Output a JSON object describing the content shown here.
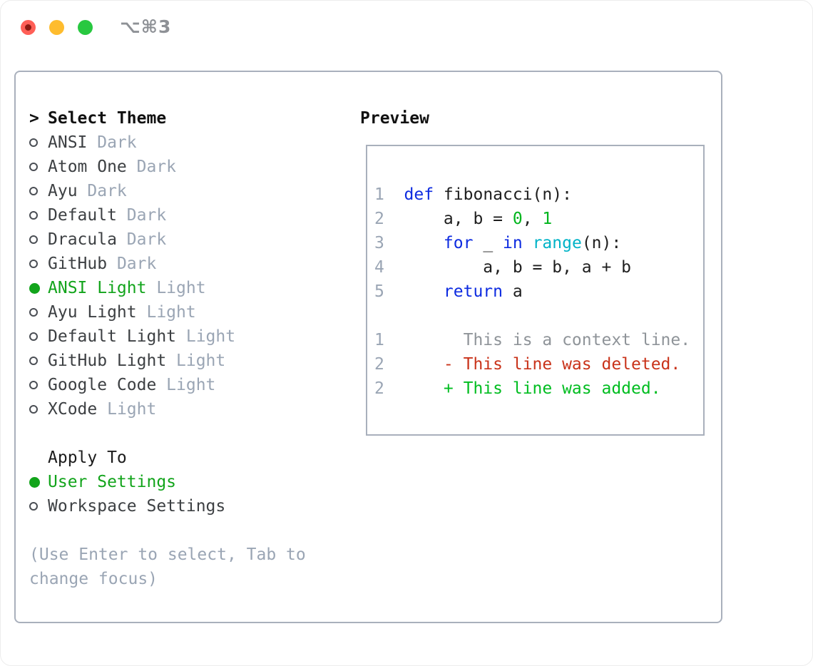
{
  "window": {
    "shortcut": "⌥⌘3"
  },
  "colors": {
    "accent-green": "#12a41b",
    "added-green": "#00bd20",
    "deleted-red": "#c9331a",
    "keyword-blue": "#0d2be0",
    "builtin-cyan": "#00b3c7",
    "number-green": "#00b51d",
    "context-gray": "#8f9499",
    "muted": "#9aa5b4",
    "ink": "#111111",
    "label": "#3d4043",
    "border": "#a9b0bc",
    "traffic-red": "#ff5f57",
    "traffic-red-dot": "#8d1a12",
    "traffic-yellow": "#febc2e",
    "traffic-green": "#28c840",
    "shortcut-gray": "#8e9196"
  },
  "theme_picker": {
    "cursor": ">",
    "title": "Select Theme",
    "items": [
      {
        "label": "ANSI",
        "variant": "Dark",
        "selected": false
      },
      {
        "label": "Atom One",
        "variant": "Dark",
        "selected": false
      },
      {
        "label": "Ayu",
        "variant": "Dark",
        "selected": false
      },
      {
        "label": "Default",
        "variant": "Dark",
        "selected": false
      },
      {
        "label": "Dracula",
        "variant": "Dark",
        "selected": false
      },
      {
        "label": "GitHub",
        "variant": "Dark",
        "selected": false
      },
      {
        "label": "ANSI Light",
        "variant": "Light",
        "selected": true
      },
      {
        "label": "Ayu Light",
        "variant": "Light",
        "selected": false
      },
      {
        "label": "Default Light",
        "variant": "Light",
        "selected": false
      },
      {
        "label": "GitHub Light",
        "variant": "Light",
        "selected": false
      },
      {
        "label": "Google Code",
        "variant": "Light",
        "selected": false
      },
      {
        "label": "XCode",
        "variant": "Light",
        "selected": false
      }
    ],
    "apply_to": {
      "title": "Apply To",
      "options": [
        {
          "label": "User Settings",
          "selected": true
        },
        {
          "label": "Workspace Settings",
          "selected": false
        }
      ]
    },
    "hint_lines": [
      "(Use Enter to select, Tab to",
      "change focus)"
    ]
  },
  "preview": {
    "title": "Preview",
    "lines": [
      {
        "num": "1",
        "kind": "code",
        "tokens": [
          {
            "t": "def",
            "c": "kw"
          },
          {
            "t": " fibonacci(n):",
            "c": "fg"
          }
        ]
      },
      {
        "num": "2",
        "kind": "code",
        "tokens": [
          {
            "t": "    a, b = ",
            "c": "fg"
          },
          {
            "t": "0",
            "c": "num"
          },
          {
            "t": ", ",
            "c": "fg"
          },
          {
            "t": "1",
            "c": "num"
          }
        ]
      },
      {
        "num": "3",
        "kind": "code",
        "tokens": [
          {
            "t": "    ",
            "c": "fg"
          },
          {
            "t": "for",
            "c": "kw"
          },
          {
            "t": " _ ",
            "c": "fg"
          },
          {
            "t": "in",
            "c": "kw"
          },
          {
            "t": " ",
            "c": "fg"
          },
          {
            "t": "range",
            "c": "bi"
          },
          {
            "t": "(n):",
            "c": "fg"
          }
        ]
      },
      {
        "num": "4",
        "kind": "code",
        "tokens": [
          {
            "t": "        a, b = b, a + b",
            "c": "fg"
          }
        ]
      },
      {
        "num": "5",
        "kind": "code",
        "tokens": [
          {
            "t": "    ",
            "c": "fg"
          },
          {
            "t": "return",
            "c": "kw"
          },
          {
            "t": " a",
            "c": "fg"
          }
        ]
      },
      {
        "num": "",
        "kind": "blank",
        "tokens": []
      },
      {
        "num": "1",
        "kind": "context",
        "tokens": [
          {
            "t": "      This is a context line.",
            "c": "ctx"
          }
        ]
      },
      {
        "num": "2",
        "kind": "deleted",
        "tokens": [
          {
            "t": "    - This line was deleted.",
            "c": "del"
          }
        ]
      },
      {
        "num": "2",
        "kind": "added",
        "tokens": [
          {
            "t": "    + This line was added.",
            "c": "add"
          }
        ]
      }
    ]
  }
}
